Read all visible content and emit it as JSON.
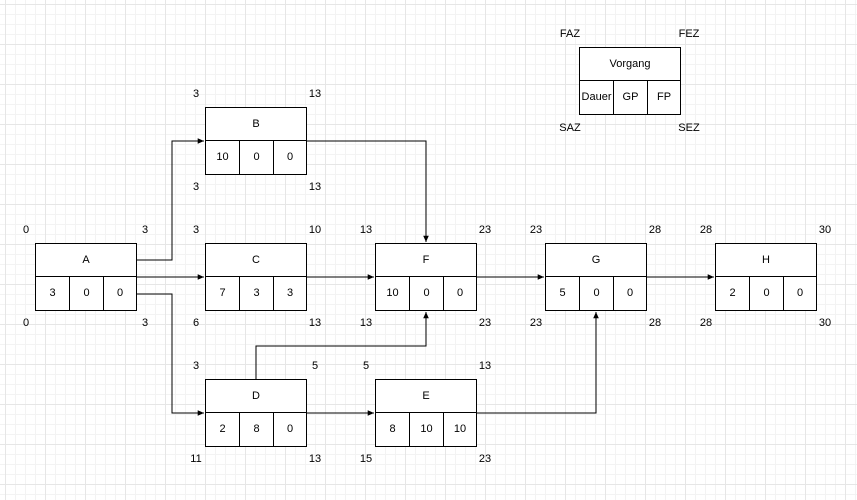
{
  "legend": {
    "title": "Vorgang",
    "cells": [
      "Dauer",
      "GP",
      "FP"
    ],
    "corners": {
      "top_left": "FAZ",
      "top_right": "FEZ",
      "bottom_left": "SAZ",
      "bottom_right": "SEZ"
    }
  },
  "nodes": {
    "A": {
      "name": "A",
      "dauer": "3",
      "gp": "0",
      "fp": "0",
      "faz": "0",
      "fez": "3",
      "saz": "0",
      "sez": "3"
    },
    "B": {
      "name": "B",
      "dauer": "10",
      "gp": "0",
      "fp": "0",
      "faz": "3",
      "fez": "13",
      "saz": "3",
      "sez": "13"
    },
    "C": {
      "name": "C",
      "dauer": "7",
      "gp": "3",
      "fp": "3",
      "faz": "3",
      "fez": "10",
      "saz": "6",
      "sez": "13"
    },
    "D": {
      "name": "D",
      "dauer": "2",
      "gp": "8",
      "fp": "0",
      "faz": "3",
      "fez": "5",
      "saz": "11",
      "sez": "13"
    },
    "E": {
      "name": "E",
      "dauer": "8",
      "gp": "10",
      "fp": "10",
      "faz": "5",
      "fez": "13",
      "saz": "15",
      "sez": "23"
    },
    "F": {
      "name": "F",
      "dauer": "10",
      "gp": "0",
      "fp": "0",
      "faz": "13",
      "fez": "23",
      "saz": "13",
      "sez": "23"
    },
    "G": {
      "name": "G",
      "dauer": "5",
      "gp": "0",
      "fp": "0",
      "faz": "23",
      "fez": "28",
      "saz": "23",
      "sez": "28"
    },
    "H": {
      "name": "H",
      "dauer": "2",
      "gp": "0",
      "fp": "0",
      "faz": "28",
      "fez": "30",
      "saz": "28",
      "sez": "30"
    }
  },
  "edges": [
    [
      "A",
      "B"
    ],
    [
      "A",
      "C"
    ],
    [
      "A",
      "D"
    ],
    [
      "B",
      "F"
    ],
    [
      "C",
      "F"
    ],
    [
      "D",
      "F"
    ],
    [
      "D",
      "E"
    ],
    [
      "E",
      "G"
    ],
    [
      "F",
      "G"
    ],
    [
      "G",
      "H"
    ]
  ],
  "colors": {
    "line": "#000000",
    "grid": "#e6e6e6"
  }
}
